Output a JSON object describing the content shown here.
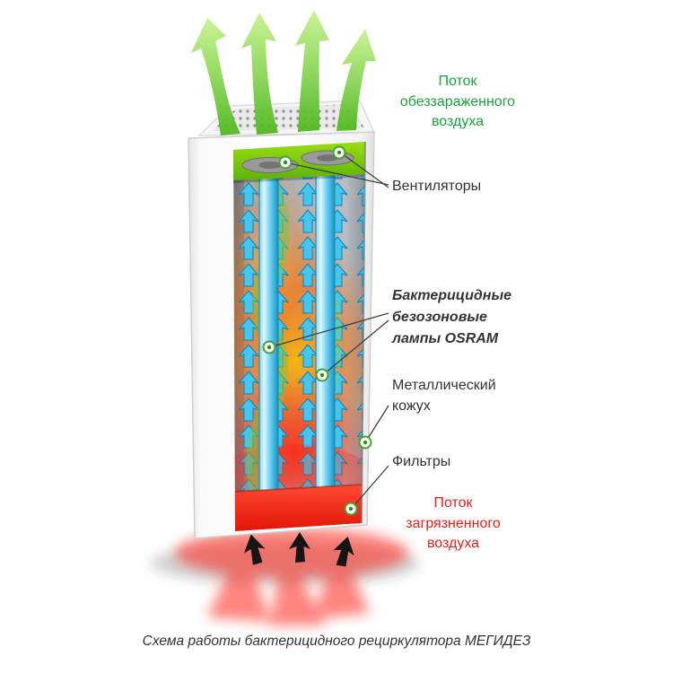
{
  "labels": {
    "clean_air_flow": "Поток обеззараженного воздуха",
    "fans": "Вентиляторы",
    "lamps": "Бактерицидные безозоновые лампы OSRAM",
    "casing": "Металлический кожух",
    "filters": "Фильтры",
    "dirty_air_flow": "Поток загрязненного воздуха"
  },
  "caption": "Схема работы бактерицидного рециркулятора МЕГИДЕЗ",
  "colors": {
    "clean_air_text": "#18a43a",
    "dirty_air_text": "#e6211a",
    "label_text": "#333333",
    "flow_arrow_green": "#6cc832",
    "inner_arrow_cyan": "#45c6f0",
    "lamp_blue": "#36b6e6",
    "top_band_green": "#76c70e",
    "bottom_band_red": "#f02313",
    "marker_green": "#43a32b"
  }
}
